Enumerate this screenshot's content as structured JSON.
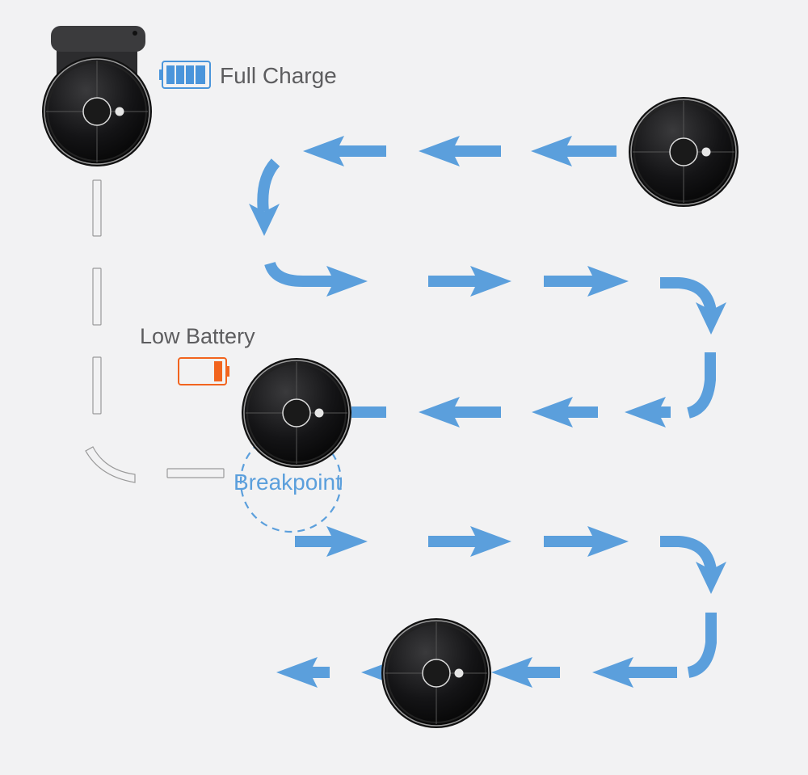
{
  "labels": {
    "full_charge": "Full Charge",
    "low_battery": "Low Battery",
    "breakpoint": "Breakpoint"
  },
  "colors": {
    "arrow": "#5b9fdc",
    "low_battery": "#f2641e",
    "full_battery": "#4a95db",
    "text": "#5d5d5f",
    "background": "#f2f2f3"
  },
  "icons": [
    "robot-vacuum-icon",
    "charging-dock-icon",
    "battery-full-icon",
    "battery-low-icon",
    "arrow-icon"
  ]
}
